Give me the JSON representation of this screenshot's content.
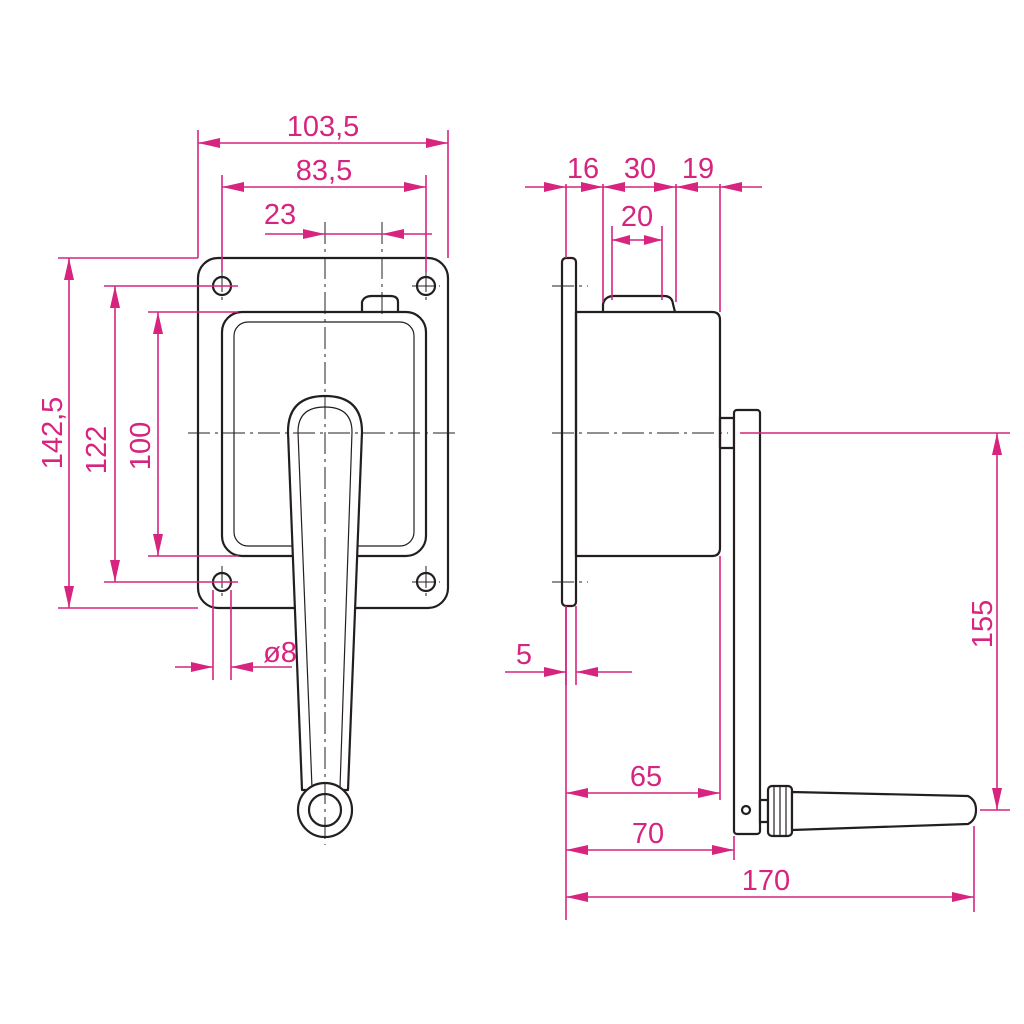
{
  "colors": {
    "dimension": "#d6247f",
    "outline": "#231f20",
    "background": "#ffffff"
  },
  "front_view": {
    "dims": {
      "plate_width": "103,5",
      "hole_spacing_width": "83,5",
      "shaft_offset": "23",
      "plate_height": "142,5",
      "hole_spacing_height": "122",
      "housing_height": "100",
      "hole_diameter": "ø8"
    }
  },
  "side_view": {
    "dims": {
      "top_a": "16",
      "top_b": "30",
      "top_c": "19",
      "boss_width": "20",
      "plate_thickness": "5",
      "housing_depth": "65",
      "to_crank_arm": "70",
      "overall_length": "170",
      "crank_radius": "155"
    }
  }
}
